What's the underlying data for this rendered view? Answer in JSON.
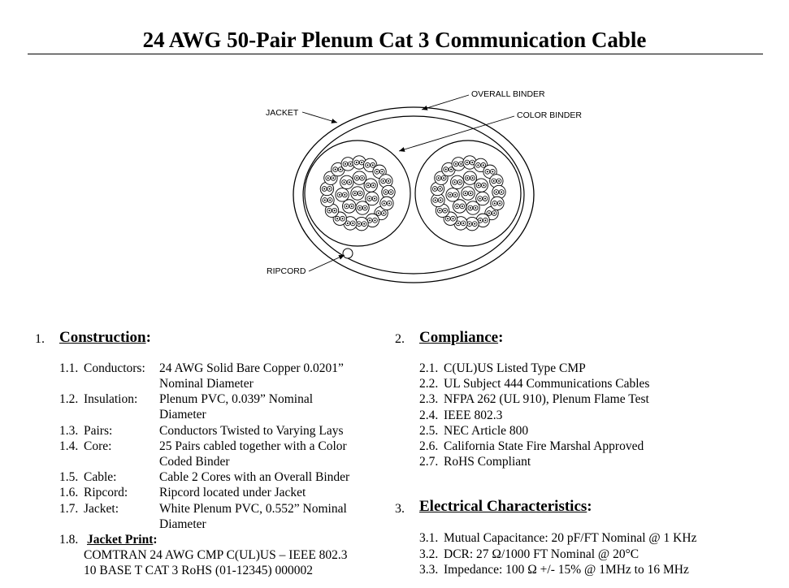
{
  "title": "24 AWG 50-Pair Plenum Cat 3 Communication Cable",
  "diagram": {
    "labels": {
      "overall_binder": "OVERALL BINDER",
      "color_binder": "COLOR BINDER",
      "jacket": "JACKET",
      "ripcord": "RIPCORD"
    }
  },
  "construction": {
    "number": "1.",
    "heading": "Construction",
    "items": [
      {
        "num": "1.1.",
        "label": "Conductors:",
        "lines": [
          "24 AWG Solid Bare Copper 0.0201”",
          "Nominal Diameter"
        ]
      },
      {
        "num": "1.2.",
        "label": "Insulation:",
        "lines": [
          "Plenum PVC, 0.039” Nominal",
          "Diameter"
        ]
      },
      {
        "num": "1.3.",
        "label": "Pairs:",
        "lines": [
          "Conductors Twisted to Varying Lays"
        ]
      },
      {
        "num": "1.4.",
        "label": "Core:",
        "lines": [
          "25 Pairs cabled together with a Color",
          "Coded Binder"
        ]
      },
      {
        "num": "1.5.",
        "label": "Cable:",
        "lines": [
          "Cable 2 Cores with an Overall Binder"
        ]
      },
      {
        "num": "1.6.",
        "label": "Ripcord:",
        "lines": [
          "Ripcord located under Jacket"
        ]
      },
      {
        "num": "1.7.",
        "label": "Jacket:",
        "lines": [
          "White Plenum PVC, 0.552” Nominal",
          "Diameter"
        ]
      }
    ],
    "jacket_print": {
      "num": "1.8.",
      "label": "Jacket Print",
      "lines": [
        "COMTRAN 24 AWG CMP C(UL)US – IEEE 802.3",
        "10 BASE T  CAT 3  RoHS  (01-12345)  000002"
      ]
    }
  },
  "compliance": {
    "number": "2.",
    "heading": "Compliance",
    "items": [
      {
        "num": "2.1.",
        "text": "C(UL)US Listed Type CMP"
      },
      {
        "num": "2.2.",
        "text": "UL Subject 444 Communications Cables"
      },
      {
        "num": "2.3.",
        "text": "NFPA 262 (UL 910), Plenum Flame Test"
      },
      {
        "num": "2.4.",
        "text": "IEEE 802.3"
      },
      {
        "num": "2.5.",
        "text": "NEC Article 800"
      },
      {
        "num": "2.6.",
        "text": "California State Fire Marshal Approved"
      },
      {
        "num": "2.7.",
        "text": "RoHS Compliant"
      }
    ]
  },
  "electrical": {
    "number": "3.",
    "heading": "Electrical Characteristics",
    "items": [
      {
        "num": "3.1.",
        "text": "Mutual Capacitance:  20 pF/FT Nominal @ 1 KHz"
      },
      {
        "num": "3.2.",
        "text": "DCR:   27 Ω/1000 FT Nominal @ 20°C"
      },
      {
        "num": "3.3.",
        "text": "Impedance:   100 Ω +/- 15% @ 1MHz to 16 MHz"
      }
    ]
  }
}
